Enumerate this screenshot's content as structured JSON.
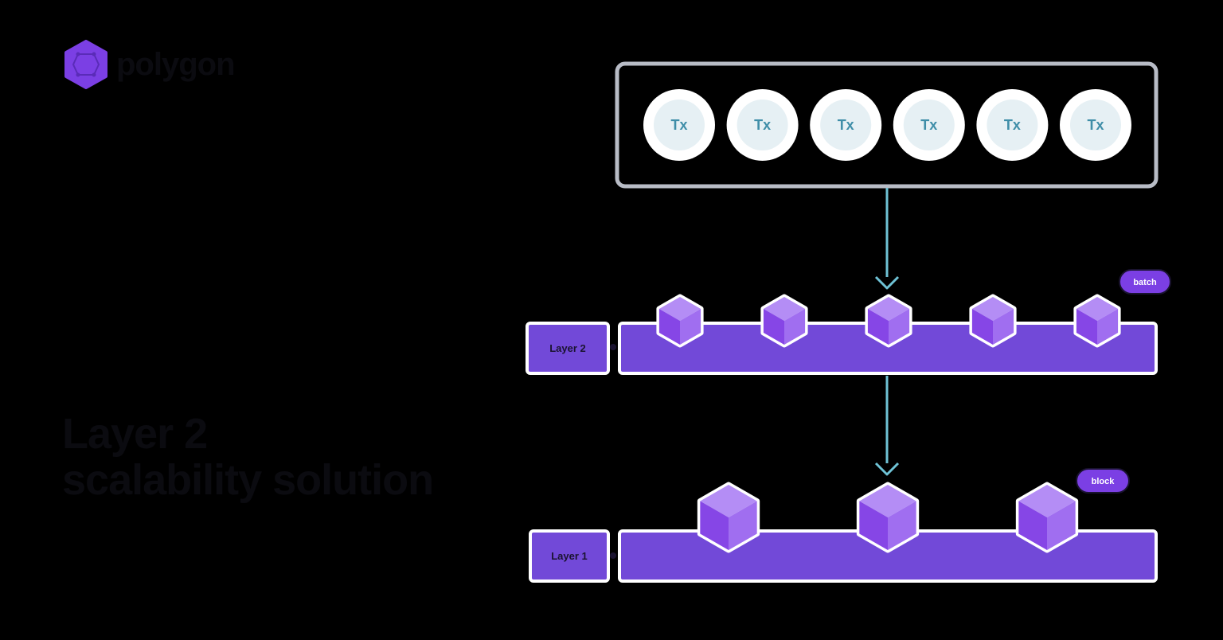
{
  "brand": {
    "name": "polygon",
    "accent": "#7b3fe4"
  },
  "headline": {
    "line1": "Layer 2",
    "line2": "scalability solution"
  },
  "description": "",
  "diagram": {
    "transactions": [
      "Tx",
      "Tx",
      "Tx",
      "Tx",
      "Tx",
      "Tx"
    ],
    "layer2": {
      "label": "Layer 2",
      "cube_count": 5,
      "tag": "batch"
    },
    "layer1": {
      "label": "Layer 1",
      "cube_count": 3,
      "tag": "block"
    },
    "colors": {
      "layer_bar": "#7249d8",
      "cube_light": "#b48df5",
      "cube_mid": "#a06ef0",
      "cube_dark": "#8646e6",
      "tx_inner": "#e6f0f4",
      "arrow": "#6fc3d6",
      "frame": "#b8bcc6",
      "tag_bg": "#7b3fe4"
    }
  }
}
